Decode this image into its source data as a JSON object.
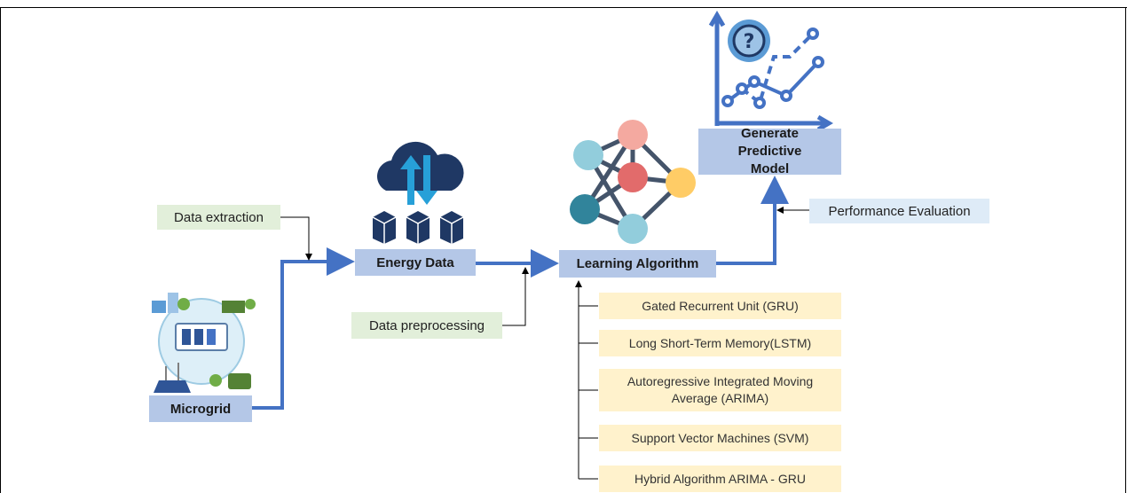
{
  "nodes": {
    "microgrid": "Microgrid",
    "energy_data": "Energy Data",
    "learning_algorithm": "Learning Algorithm",
    "generate_model": "Generate Predictive Model"
  },
  "steps": {
    "data_extraction": "Data extraction",
    "data_preprocessing": "Data preprocessing",
    "performance_evaluation": "Performance Evaluation"
  },
  "algorithms": [
    "Gated Recurrent Unit (GRU)",
    "Long Short-Term Memory(LSTM)",
    "Autoregressive Integrated Moving Average (ARIMA)",
    "Support Vector Machines (SVM)",
    "Hybrid Algorithm ARIMA - GRU"
  ],
  "colors": {
    "flow_arrow": "#4472c4",
    "node_fill": "#b4c7e7",
    "step_green": "#e2efda",
    "step_blue": "#deebf7",
    "algo_fill": "#fff2cc"
  },
  "icons": {
    "microgrid": "microgrid-icon",
    "cloud": "cloud-data-icon",
    "network": "neural-network-icon",
    "chart": "prediction-chart-icon"
  }
}
